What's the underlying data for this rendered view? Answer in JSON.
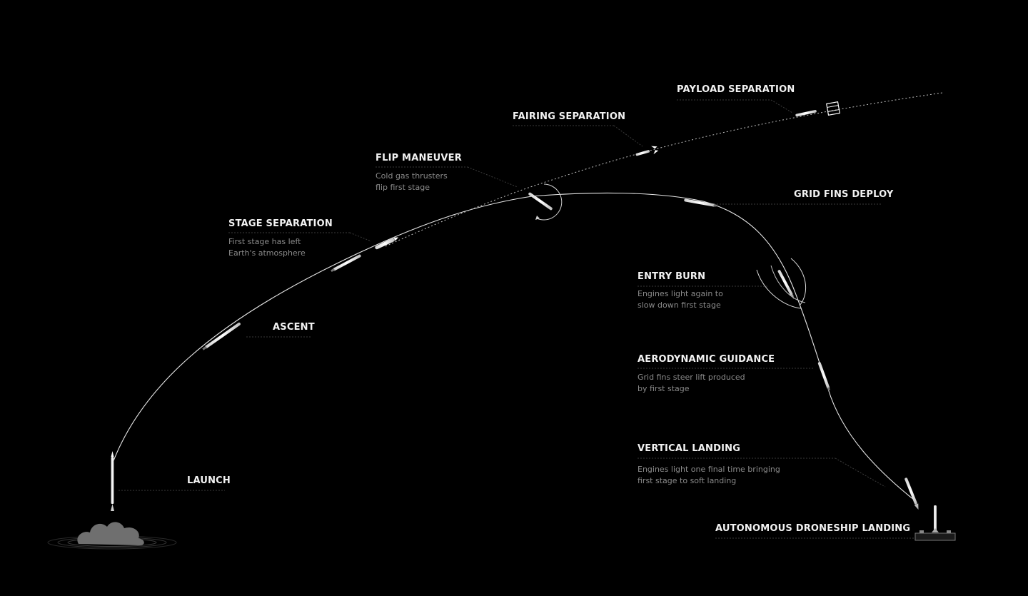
{
  "colors": {
    "background": "#000000",
    "title": "#f2f2f2",
    "description": "#8a8a8a",
    "trajectory": "#ffffff",
    "leader": "#3a3a3a"
  },
  "stages": {
    "launch": {
      "title": "LAUNCH"
    },
    "ascent": {
      "title": "ASCENT"
    },
    "stage_separation": {
      "title": "STAGE SEPARATION",
      "desc": [
        "First stage has left",
        "Earth's atmosphere"
      ]
    },
    "flip_maneuver": {
      "title": "FLIP MANEUVER",
      "desc": [
        "Cold gas thrusters",
        "flip first stage"
      ]
    },
    "fairing_separation": {
      "title": "FAIRING SEPARATION"
    },
    "payload_separation": {
      "title": "PAYLOAD SEPARATION"
    },
    "grid_fins_deploy": {
      "title": "GRID FINS DEPLOY"
    },
    "entry_burn": {
      "title": "ENTRY BURN",
      "desc": [
        "Engines light again to",
        "slow down first stage"
      ]
    },
    "aerodynamic_guidance": {
      "title": "AERODYNAMIC GUIDANCE",
      "desc": [
        "Grid fins steer lift produced",
        "by first stage"
      ]
    },
    "vertical_landing": {
      "title": "VERTICAL LANDING",
      "desc": [
        "Engines light one final time bringing",
        "first stage to soft landing"
      ]
    },
    "droneship_landing": {
      "title": "AUTONOMOUS DRONESHIP LANDING"
    }
  }
}
